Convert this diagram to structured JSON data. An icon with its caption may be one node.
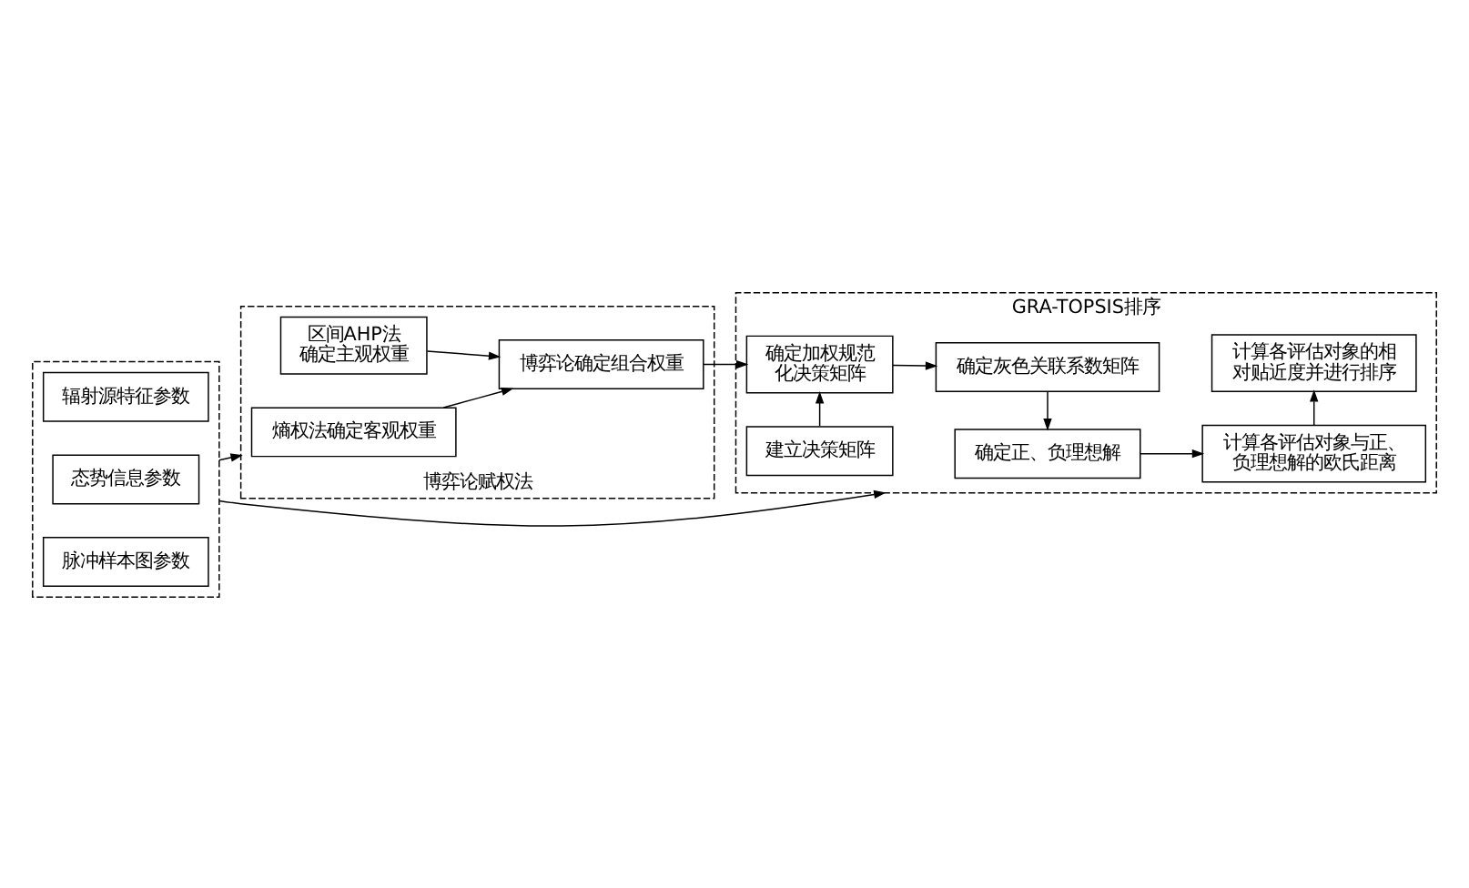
{
  "diagram": {
    "nodes": [
      {
        "text": [],
        "shape": "box"
      },
      {
        "text": [
          "辐射源特征参数"
        ],
        "in": 0
      },
      {
        "text": [
          "态势信息参数"
        ],
        "in": 0
      },
      {
        "text": [
          "脉冲样本图参数"
        ],
        "in": 0
      },
      {
        "text": [
          "GRA-TOPSIS排序"
        ]
      },
      {
        "text": [
          "建立决策矩阵"
        ],
        "in": 4
      },
      {
        "text": [
          "确定加权规范化决策矩阵"
        ],
        "in": 4
      },
      {
        "text": [
          "确定灰色关联系数矩阵"
        ],
        "in": 4
      },
      {
        "text": [
          "确定正、负理想解"
        ],
        "in": 4
      },
      {
        "text": [
          "计算各评估对象与正、负理想解的欧氏距离"
        ],
        "in": 4
      },
      {
        "text": [
          "计算各评估对象的相对贴近度并进行排序"
        ],
        "in": 4
      },
      {
        "text": [
          "博弈论赋权法"
        ]
      },
      {
        "text": [
          "区间AHP法确定主观权重"
        ],
        "in": 11
      },
      {
        "text": [
          "熵权法确定客观权重"
        ],
        "in": 11
      },
      {
        "text": [
          "博弈论确定组合权重"
        ],
        "in": 11
      }
    ],
    "edges": [
      {
        "from": 0,
        "to": 4,
        "arrow": "to"
      },
      {
        "from": 0,
        "to": 11,
        "arrow": "to"
      },
      {
        "from": 5,
        "to": 6,
        "arrow": "to"
      },
      {
        "from": 6,
        "to": 7,
        "arrow": "to"
      },
      {
        "from": 7,
        "to": 8,
        "arrow": "to"
      },
      {
        "from": 8,
        "to": 9,
        "arrow": "to"
      },
      {
        "from": 9,
        "to": 10,
        "arrow": "to"
      },
      {
        "from": 12,
        "to": 14,
        "arrow": "to"
      },
      {
        "from": 13,
        "to": 14,
        "arrow": "to"
      },
      {
        "from": 14,
        "to": 6,
        "arrow": "to"
      }
    ]
  }
}
